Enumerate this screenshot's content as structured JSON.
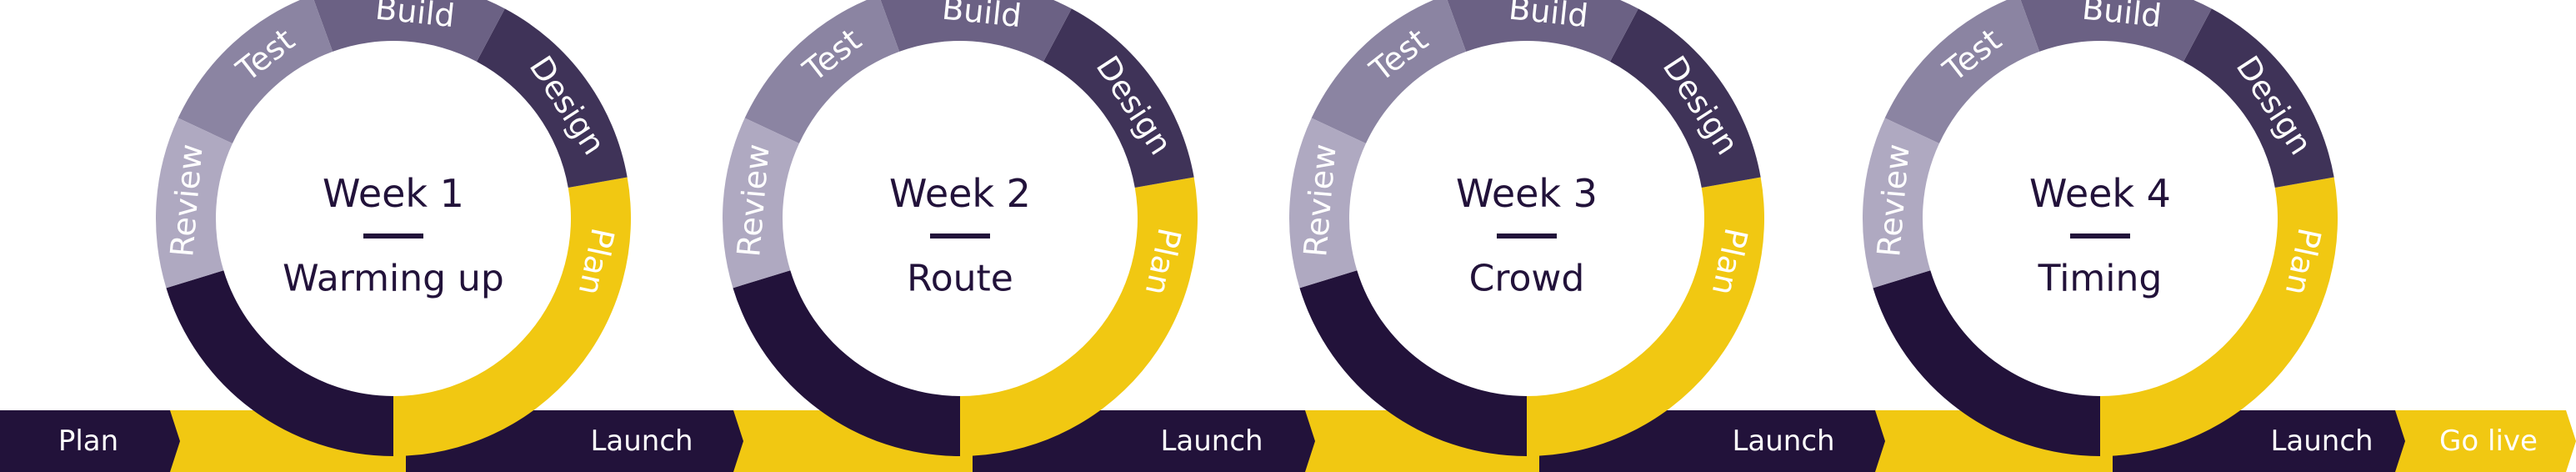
{
  "colors": {
    "dark": "#22123a",
    "yellow": "#f1c812",
    "design": "#3f3358",
    "build": "#6b6184",
    "test": "#8b84a2",
    "review": "#afa9c1",
    "white": "#ffffff"
  },
  "stages": {
    "plan": "Plan",
    "design": "Design",
    "build": "Build",
    "test": "Test",
    "review": "Review"
  },
  "timeline": {
    "start": "Plan",
    "launch": "Launch",
    "end": "Go live"
  },
  "weeks": [
    {
      "week": "Week 1",
      "title": "Warming up"
    },
    {
      "week": "Week 2",
      "title": "Route"
    },
    {
      "week": "Week 3",
      "title": "Crowd"
    },
    {
      "week": "Week 4",
      "title": "Timing"
    }
  ]
}
